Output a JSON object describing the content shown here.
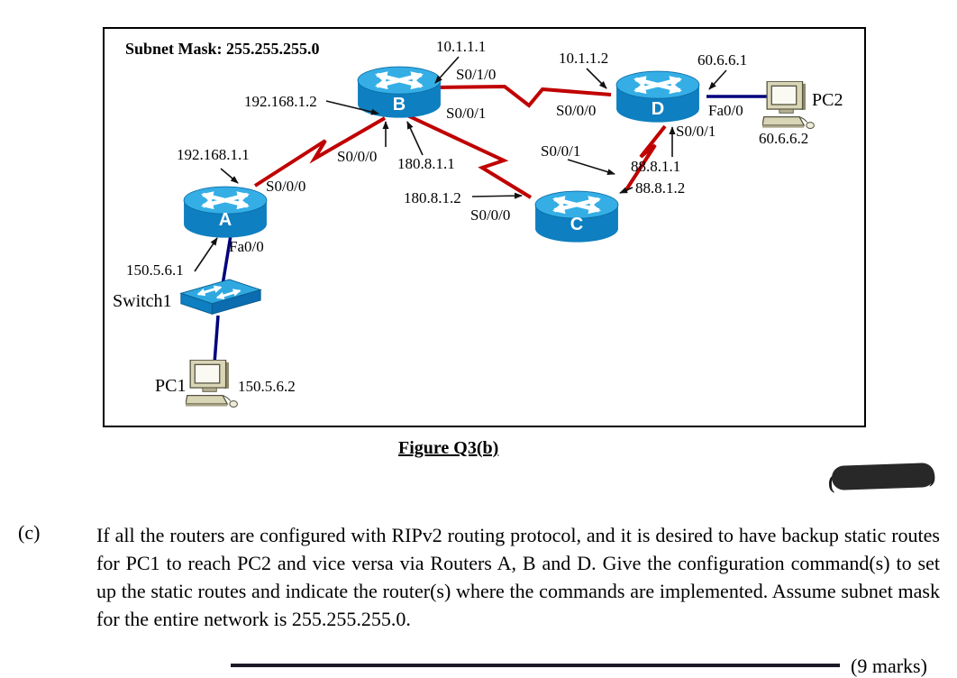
{
  "figure": {
    "subnet_mask": "Subnet Mask: 255.255.255.0",
    "caption": "Figure Q3(b)",
    "devices": {
      "router_a": "A",
      "router_b": "B",
      "router_c": "C",
      "router_d": "D",
      "switch1": "Switch1",
      "pc1": "PC1",
      "pc2": "PC2"
    },
    "labels": {
      "b_wan_ip": "10.1.1.1",
      "b_if_s010": "S0/1/0",
      "b_lan_ip": "192.168.1.2",
      "b_if_s001": "S0/0/1",
      "b_if_s000": "S0/0/0",
      "bc_ip_b": "180.8.1.1",
      "bc_ip_c": "180.8.1.2",
      "d_wan_ip": "10.1.1.2",
      "d_if_s000": "S0/0/0",
      "d_lan_ip": "60.6.6.1",
      "d_if_fa00": "Fa0/0",
      "d_if_s001": "S0/0/1",
      "dc_ip_d": "88.8.1.1",
      "dc_ip_c": "88.8.1.2",
      "c_if_s001": "S0/0/1",
      "c_if_s000": "S0/0/0",
      "a_wan_ip": "192.168.1.1",
      "a_if_s000": "S0/0/0",
      "a_if_fa00": "Fa0/0",
      "a_lan_ip": "150.5.6.1",
      "pc1_ip": "150.5.6.2",
      "pc2_ip": "60.6.6.2"
    },
    "redaction": {
      "left_paren": "(",
      "right_paren": ")"
    }
  },
  "question": {
    "item_label": "(c)",
    "text": "If all the routers are configured with RIPv2 routing protocol, and it is desired to have backup static routes for PC1 to reach PC2 and vice versa via Routers A, B and D. Give the configuration command(s) to set up the static routes and indicate the router(s) where the commands are implemented. Assume subnet mask for the entire network is 255.255.255.0.",
    "marks_partial": "(9 marks)"
  },
  "colors": {
    "serial_link": "#c00000",
    "ethernet_link": "#00007d",
    "router_top": "#35aee6",
    "router_body": "#0e7fc0",
    "pc_body": "#d9d5b7"
  }
}
